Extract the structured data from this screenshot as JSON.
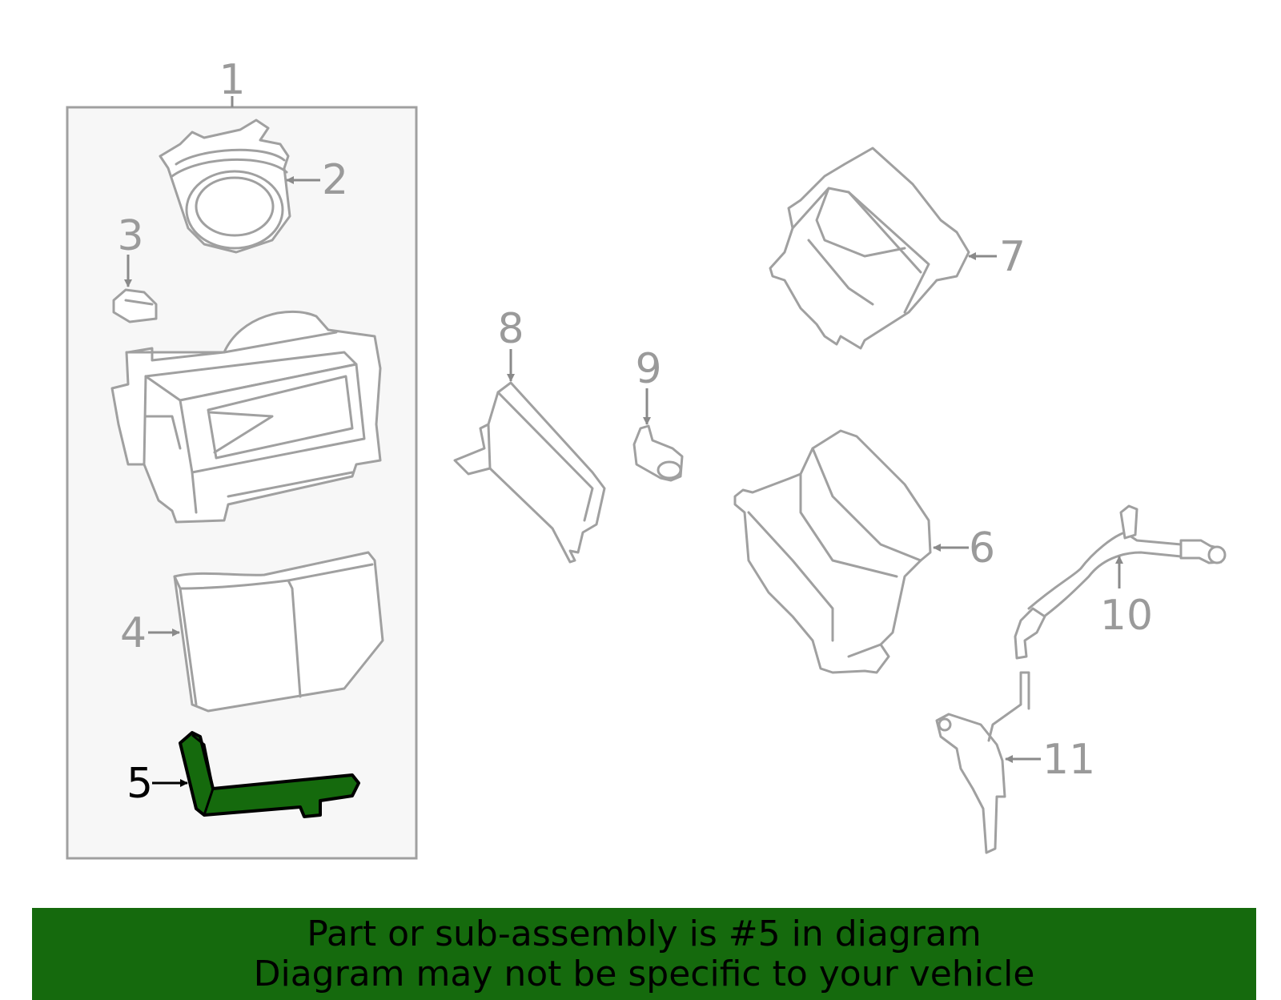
{
  "callouts": {
    "c1": "1",
    "c2": "2",
    "c3": "3",
    "c4": "4",
    "c5": "5",
    "c6": "6",
    "c7": "7",
    "c8": "8",
    "c9": "9",
    "c10": "10",
    "c11": "11"
  },
  "highlight": {
    "part_number": "5",
    "color": "#156a0d",
    "outline_color": "#000000"
  },
  "colors": {
    "line": "#a0a0a0",
    "label": "#9a9a9a",
    "banner": "#156a0d",
    "box_fill": "#f7f7f7"
  },
  "banner": {
    "line1": "Part or sub-assembly is #5 in diagram",
    "line2": "Diagram may not be specific to your vehicle"
  }
}
